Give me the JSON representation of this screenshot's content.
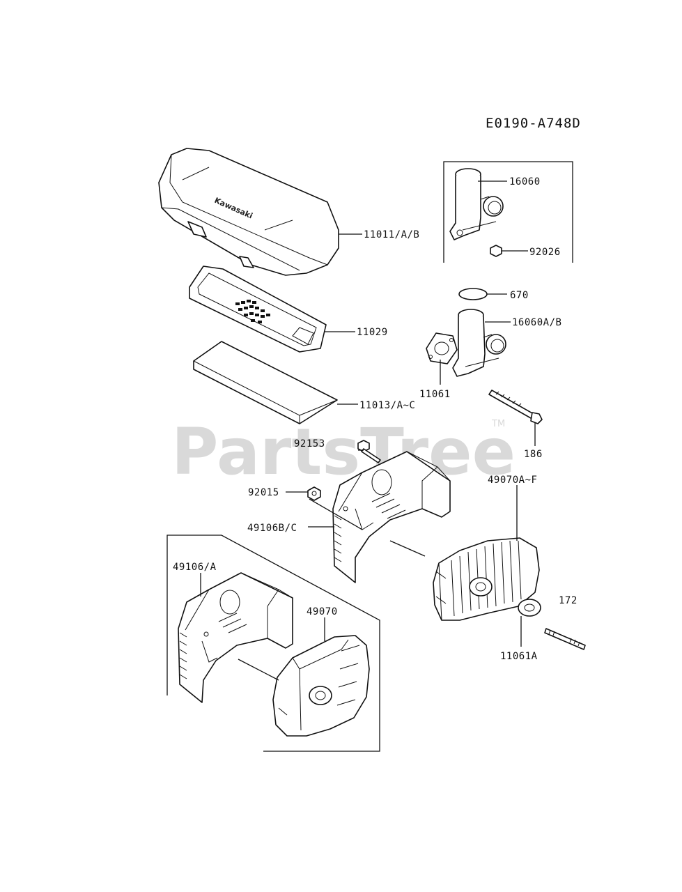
{
  "diagram_code": "E0190-A748D",
  "watermark": {
    "text": "PartsTree",
    "trademark": "TM"
  },
  "cover_brand": "Kawasaki",
  "part_labels": {
    "p11011": "11011/A/B",
    "p11029": "11029",
    "p11013": "11013/A~C",
    "p16060": "16060",
    "p92026": "92026",
    "p670": "670",
    "p16060ab": "16060A/B",
    "p11061": "11061",
    "p186": "186",
    "p92153": "92153",
    "p92015": "92015",
    "p49106bc": "49106B/C",
    "p49070af": "49070A~F",
    "p172": "172",
    "p11061a": "11061A",
    "p49106a": "49106/A",
    "p49070": "49070"
  }
}
